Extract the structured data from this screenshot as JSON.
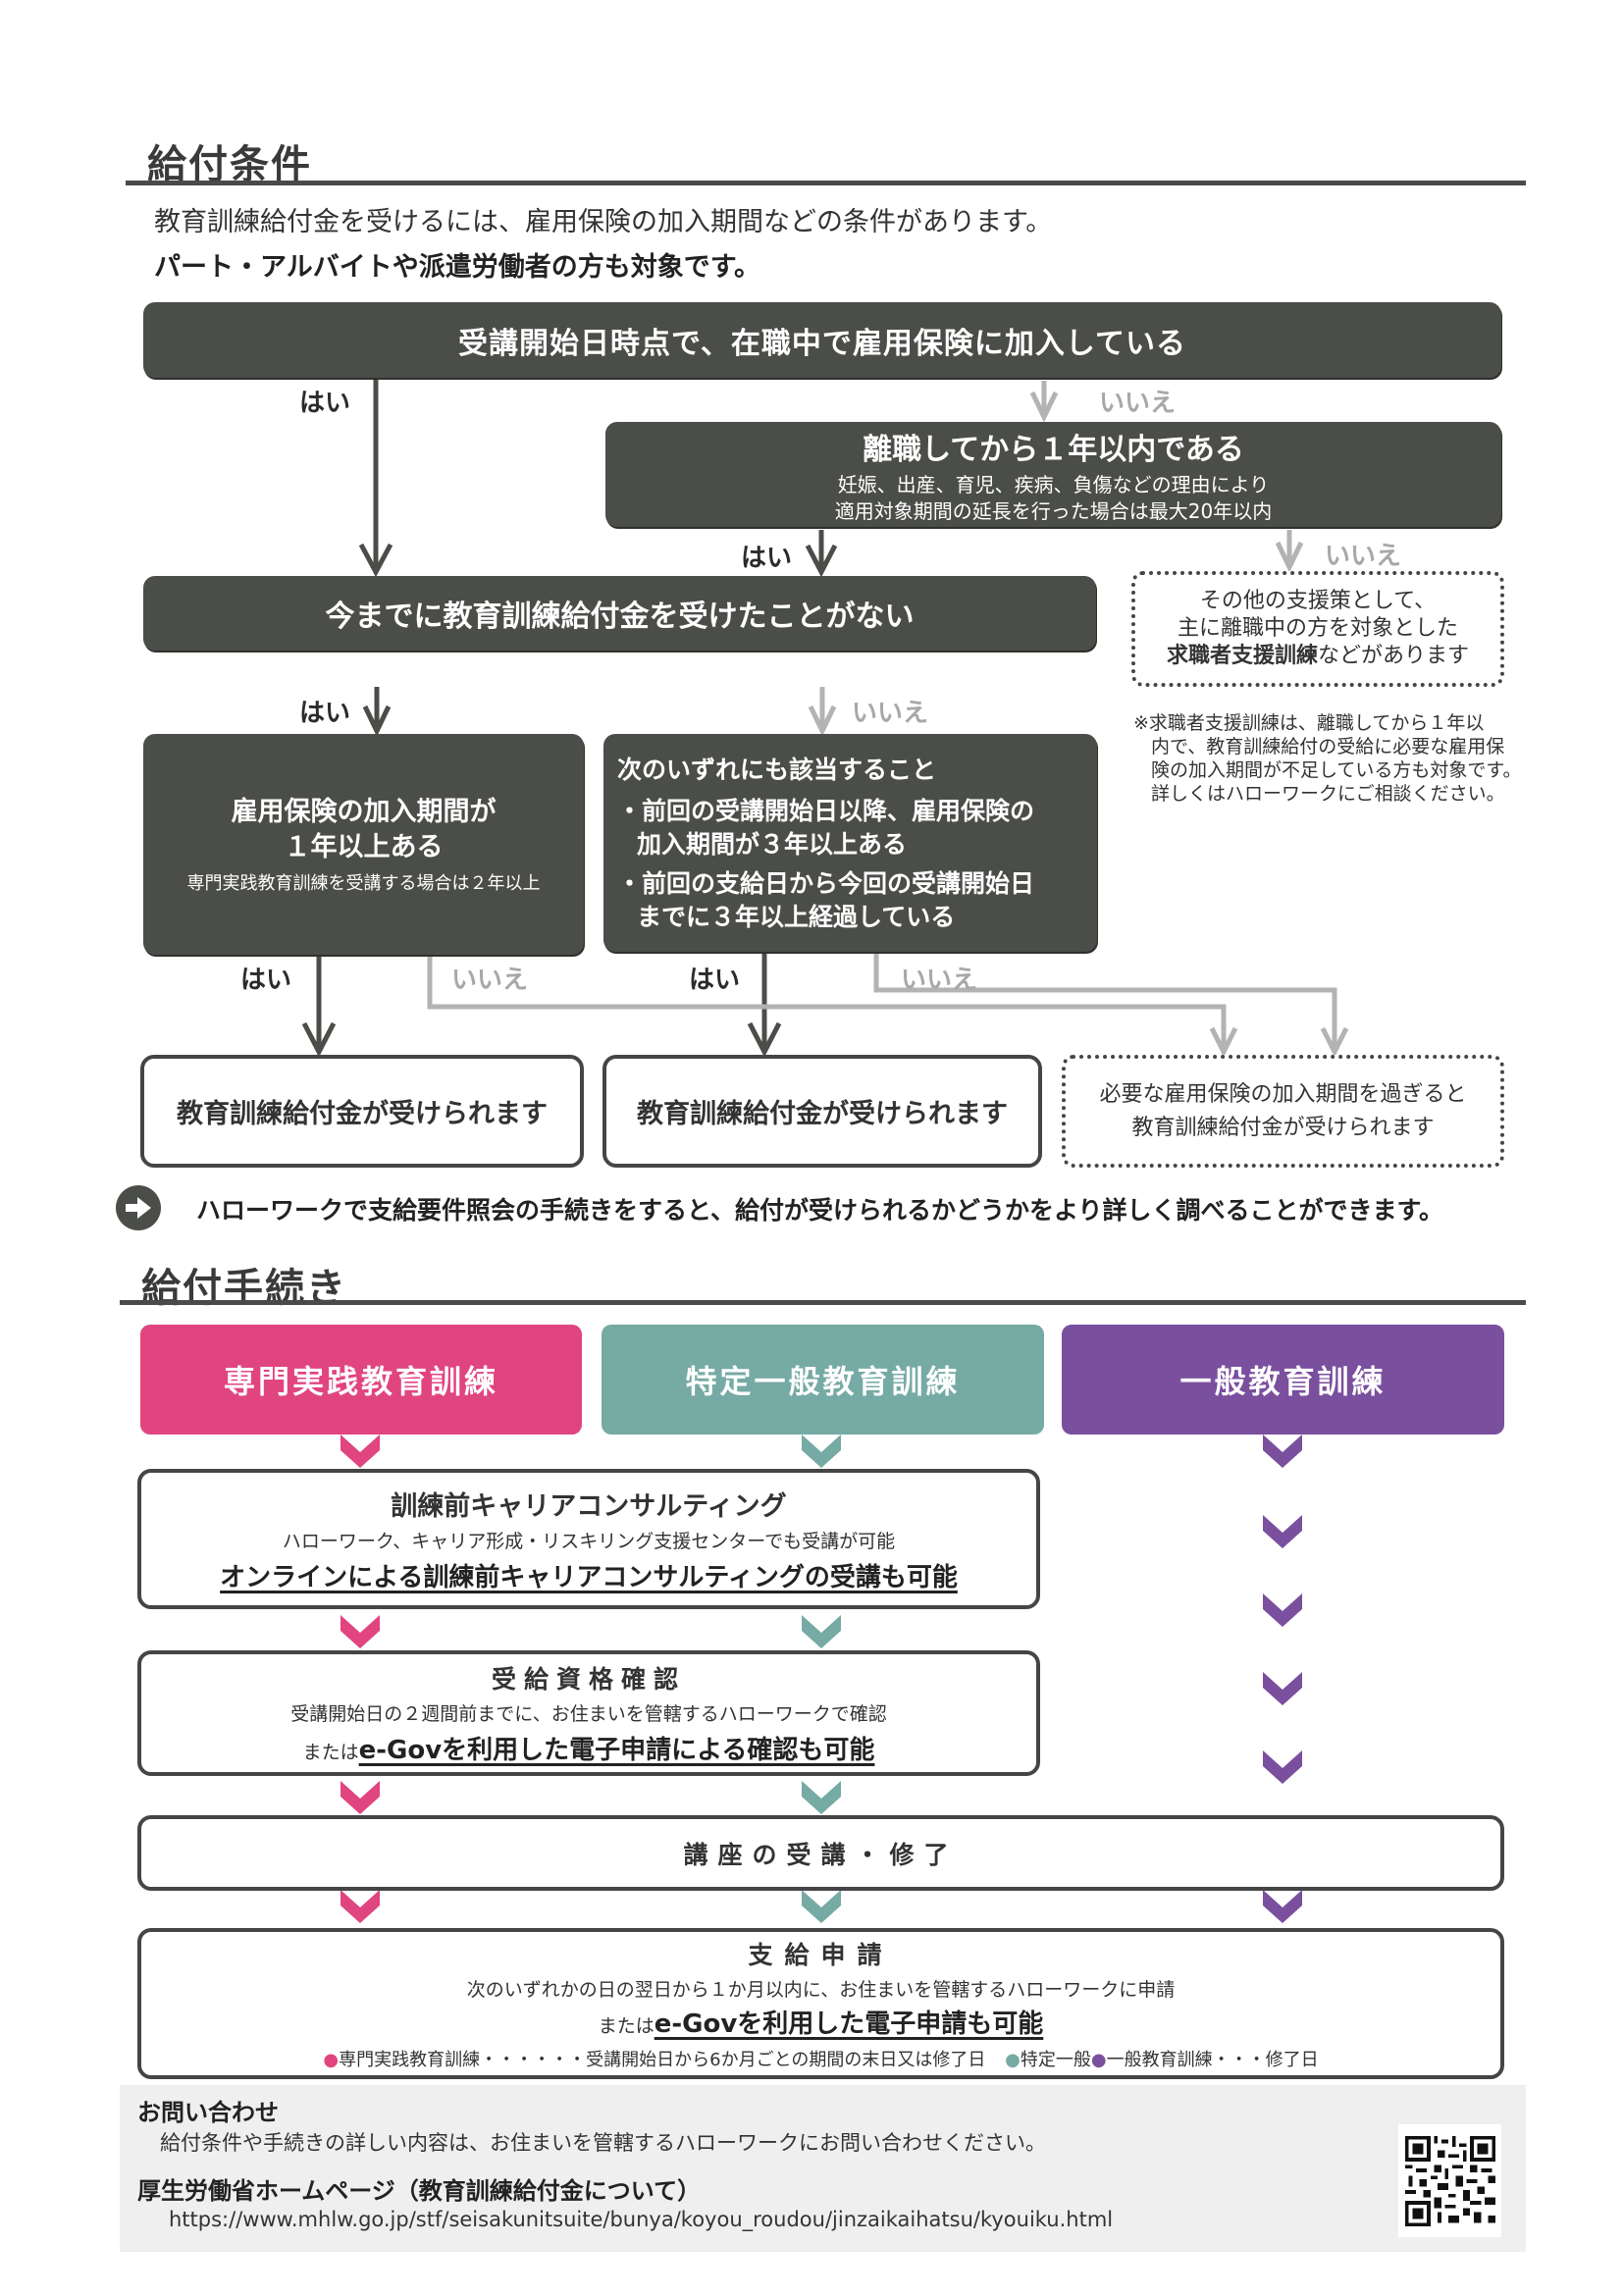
{
  "conditions": {
    "heading": "給付条件",
    "intro": "教育訓練給付金を受けるには、雇用保険の加入期間などの条件があります。",
    "intro_bold": "パート・アルバイトや派遣労働者の方も対象です。",
    "yes_label": "はい",
    "no_label": "いいえ",
    "q1": "受講開始日時点で、在職中で雇用保険に加入している",
    "q2": {
      "title": "離職してから１年以内である",
      "sub1": "妊娠、出産、育児、疾病、負傷などの理由により",
      "sub2": "適用対象期間の延長を行った場合は最大20年以内"
    },
    "other_support": {
      "line1": "その他の支援策として、",
      "line2": "主に離職中の方を対象とした",
      "line3_bold": "求職者支援訓練",
      "line3_rest": "などがあります"
    },
    "q3": "今までに教育訓練給付金を受けたことがない",
    "note": {
      "line1": "※求職者支援訓練は、離職してから１年以",
      "line2": "内で、教育訓練給付の受給に必要な雇用保",
      "line3": "険の加入期間が不足している方も対象です。",
      "line4": "詳しくはハローワークにご相談ください。"
    },
    "q4": {
      "line1": "雇用保険の加入期間が",
      "line2": "１年以上ある",
      "sub": "専門実践教育訓練を受講する場合は２年以上"
    },
    "q5": {
      "title": "次のいずれにも該当すること",
      "bullet1a": "・前回の受講開始日以降、雇用保険の",
      "bullet1b": "加入期間が３年以上ある",
      "bullet2a": "・前回の支給日から今回の受講開始日",
      "bullet2b": "までに３年以上経過している"
    },
    "result_ok": "教育訓練給付金が受けられます",
    "result_later": {
      "line1": "必要な雇用保険の加入期間を過ぎると",
      "line2": "教育訓練給付金が受けられます"
    },
    "hellowork_note": "ハローワークで支給要件照会の手続きをすると、給付が受けられるかどうかをより詳しく調べることができます。"
  },
  "procedure": {
    "heading": "給付手続き",
    "categories": [
      {
        "label": "専門実践教育訓練",
        "color": "#e0457f"
      },
      {
        "label": "特定一般教育訓練",
        "color": "#76aaa4"
      },
      {
        "label": "一般教育訓練",
        "color": "#7a4f9e"
      }
    ],
    "career": {
      "title": "訓練前キャリアコンサルティング",
      "sub": "ハローワーク、キャリア形成・リスキリング支援センターでも受講が可能",
      "bold": "オンラインによる訓練前キャリアコンサルティングの受講も可能"
    },
    "qualification": {
      "title": "受給資格確認",
      "sub": "受講開始日の２週間前までに、お住まいを管轄するハローワークで確認",
      "prefix": "または",
      "bold": "e-Govを利用した電子申請による確認も可能"
    },
    "course": {
      "title": "講座の受講・修了"
    },
    "application": {
      "title": "支給申請",
      "sub": "次のいずれかの日の翌日から１か月以内に、お住まいを管轄するハローワークに申請",
      "prefix": "または",
      "bold": "e-Govを利用した電子申請も可能",
      "legend1_label": "専門実践教育訓練",
      "legend1_dots": "・・・・・・",
      "legend1_text": "受講開始日から6か月ごとの期間の末日又は修了日",
      "legend2_label": "特定一般",
      "legend3_label": "一般教育訓練",
      "legend3_dots": "・・・",
      "legend3_text": "修了日"
    }
  },
  "footer": {
    "contact_heading": "お問い合わせ",
    "contact_text": "給付条件や手続きの詳しい内容は、お住まいを管轄するハローワークにお問い合わせください。",
    "homepage_heading": "厚生労働省ホームページ（教育訓練給付金について）",
    "url": "https://www.mhlw.go.jp/stf/seisakunitsuite/bunya/koyou_roudou/jinzaikaihatsu/kyouiku.html"
  }
}
